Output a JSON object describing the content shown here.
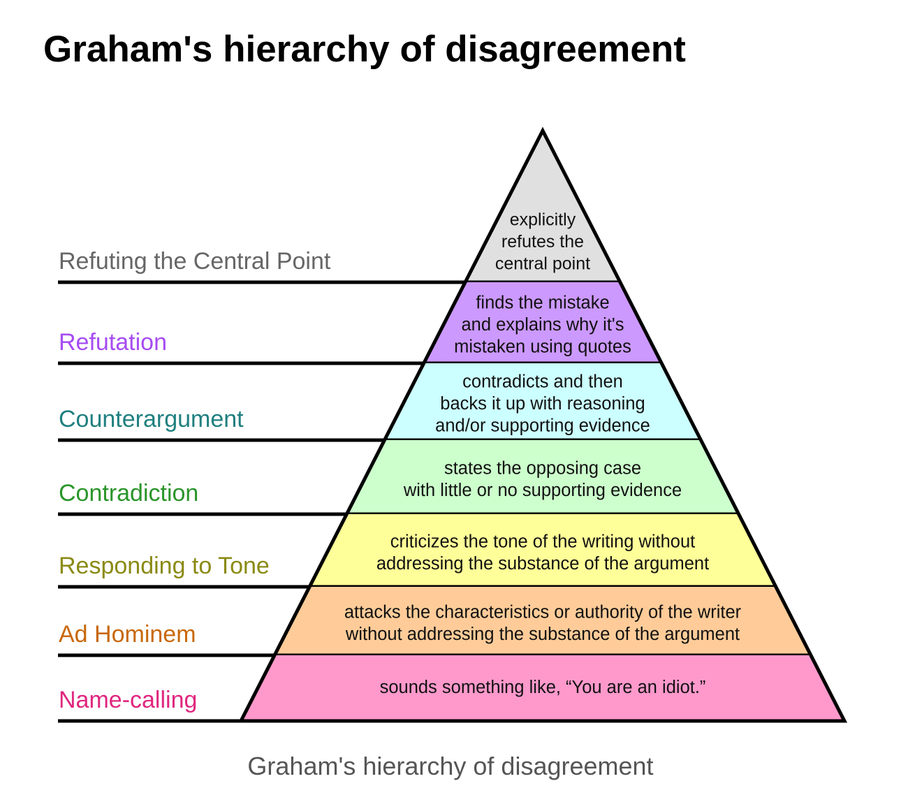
{
  "title": "Graham's hierarchy of disagreement",
  "caption": "Graham's hierarchy of disagreement",
  "levels": [
    {
      "label": "Refuting the Central Point",
      "label_color": "#666666",
      "fill": "#e0e0e0",
      "description": [
        "explicitly",
        "refutes the",
        "central point"
      ]
    },
    {
      "label": "Refutation",
      "label_color": "#a64cf2",
      "fill": "#cc99ff",
      "description": [
        "finds the mistake",
        "and explains why it's",
        "mistaken using quotes"
      ]
    },
    {
      "label": "Counterargument",
      "label_color": "#1f7f7f",
      "fill": "#ccffff",
      "description": [
        "contradicts and then",
        "backs it up with reasoning",
        "and/or supporting evidence"
      ]
    },
    {
      "label": "Contradiction",
      "label_color": "#2a952a",
      "fill": "#ccffcc",
      "description": [
        "states the opposing case",
        "with little or no supporting evidence"
      ]
    },
    {
      "label": "Responding to Tone",
      "label_color": "#8a8a14",
      "fill": "#ffff99",
      "description": [
        "criticizes the tone of the writing without",
        "addressing the substance of the argument"
      ]
    },
    {
      "label": "Ad Hominem",
      "label_color": "#c8680a",
      "fill": "#ffcc99",
      "description": [
        "attacks the characteristics or authority of the writer",
        "without addressing the substance of the argument"
      ]
    },
    {
      "label": "Name-calling",
      "label_color": "#e0267f",
      "fill": "#ff99cc",
      "description": [
        "sounds something like, “You are an idiot.”"
      ]
    }
  ]
}
